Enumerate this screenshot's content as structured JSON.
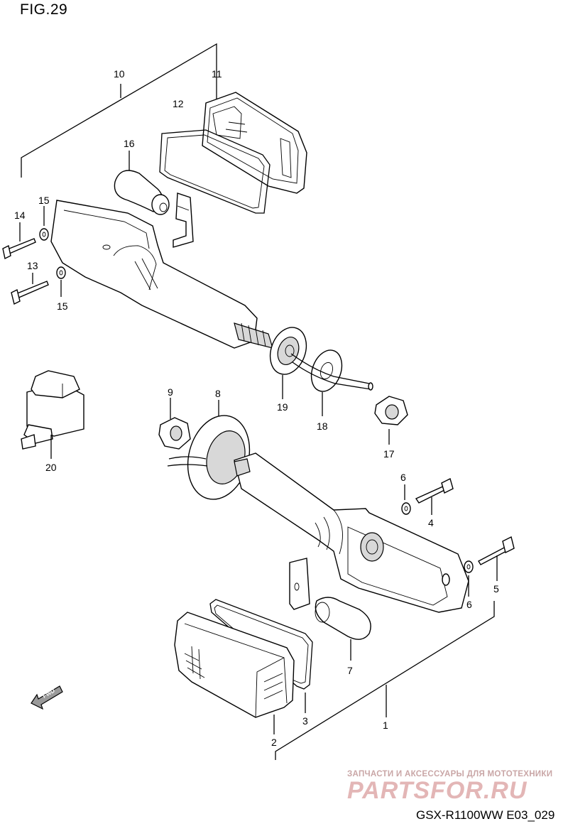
{
  "figure": {
    "title": "FIG.29",
    "model_code": "GSX-R1100WW  E03_029",
    "fwd_label": "FWD"
  },
  "watermark": {
    "line1": "ЗАПЧАСТИ И АКСЕССУАРЫ ДЛЯ МОТОТЕХНИКИ",
    "line2": "PARTSFOR.RU"
  },
  "part_numbers": {
    "p1": "1",
    "p2": "2",
    "p3": "3",
    "p4": "4",
    "p5": "5",
    "p6a": "6",
    "p6b": "6",
    "p7": "7",
    "p8": "8",
    "p9": "9",
    "p10": "10",
    "p11": "11",
    "p12": "12",
    "p13": "13",
    "p14": "14",
    "p15a": "15",
    "p15b": "15",
    "p16": "16",
    "p17": "17",
    "p18": "18",
    "p19": "19",
    "p20": "20"
  }
}
